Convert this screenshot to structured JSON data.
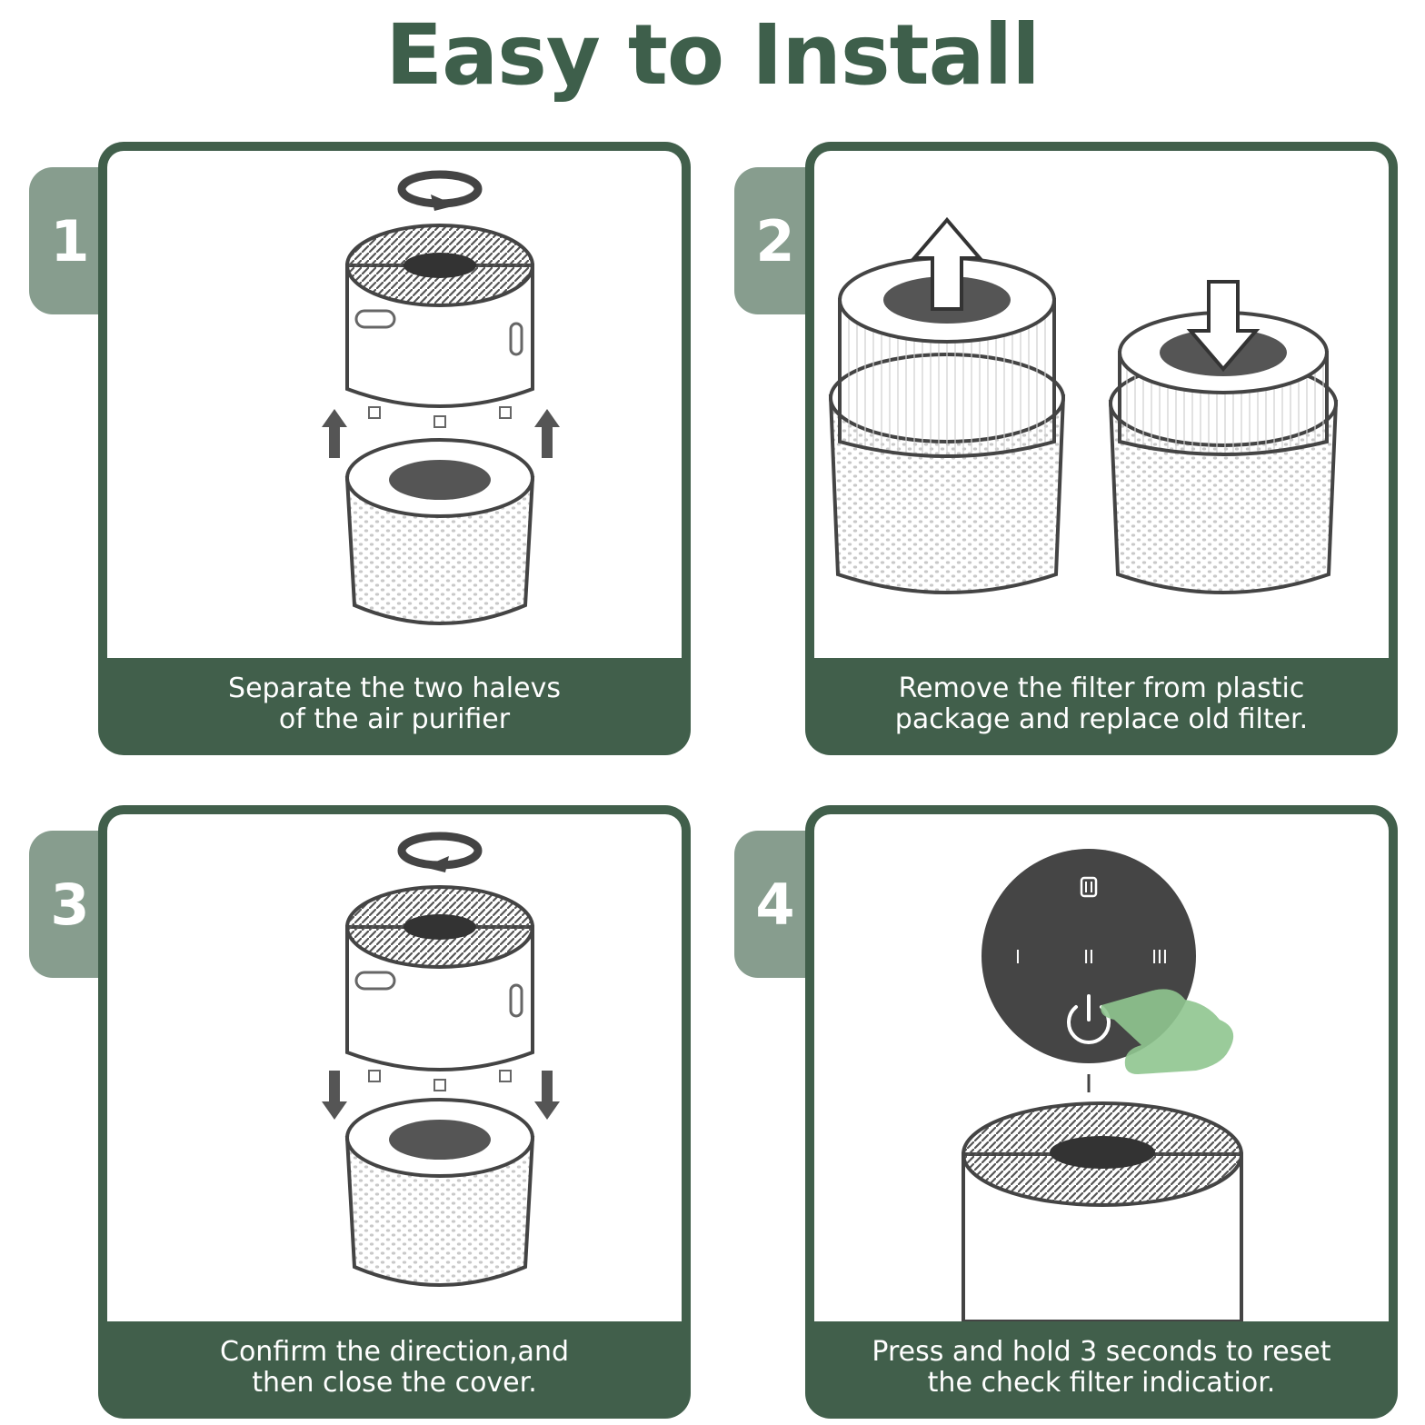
{
  "title": "Easy to Install",
  "colors": {
    "accent": "#415f4b",
    "tab": "#879d8e",
    "finger": "#8fc58f"
  },
  "steps": [
    {
      "number": "1",
      "caption": "Separate the two halevs\nof the air purifier"
    },
    {
      "number": "2",
      "caption": "Remove the filter from plastic\npackage and replace old filter."
    },
    {
      "number": "3",
      "caption": "Confirm the direction,and\nthen close the cover."
    },
    {
      "number": "4",
      "caption": "Press and hold 3 seconds to reset\nthe check filter indicatior."
    }
  ],
  "control_panel": {
    "speed_1": "I",
    "speed_2": "II",
    "speed_3": "III"
  }
}
